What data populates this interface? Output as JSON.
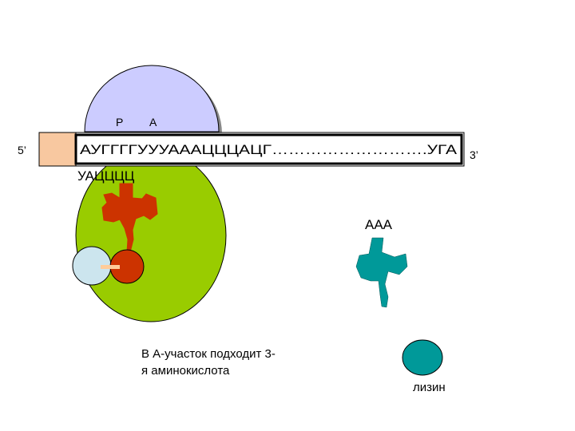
{
  "ribosome": {
    "site_p": "P",
    "site_a": "A"
  },
  "mrna": {
    "five_prime": "5’",
    "three_prime": "3’",
    "sequence": "АУГГГГУУУАААЦЦЦАЦГ……………………….УГА"
  },
  "trna_p": {
    "anticodon": "УАЦЦЦЦ"
  },
  "trna_free": {
    "anticodon": "ААА"
  },
  "amino_acid": {
    "label": "лизин"
  },
  "caption": {
    "line1": "В А-участок подходит 3-",
    "line2": "я аминокислота"
  },
  "colors": {
    "ribosome_small": "#99cc00",
    "ribosome_large": "#ccccff",
    "trna_p": "#cc3300",
    "trna_free": "#009999",
    "amino_light": "#cce5ee",
    "amino_red": "#cc3300",
    "amino_lysine": "#009999",
    "mrna_start_block": "#f8c8a0"
  }
}
